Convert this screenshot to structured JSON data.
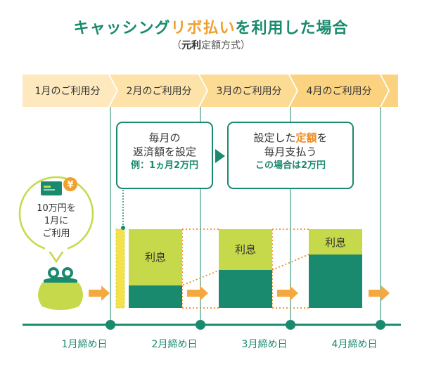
{
  "title": {
    "part1": "キャッシング",
    "part2": "リボ払い",
    "part3": "を利用した場合"
  },
  "subtitle": {
    "part1": "（",
    "part2": "元利",
    "part3": "定額方式）"
  },
  "bands": [
    "1月のご利用分",
    "2月のご利用分",
    "3月のご利用分",
    "4月のご利用分"
  ],
  "balloon": {
    "line1": "10万円を",
    "line2": "1月に",
    "line3": "ご利用",
    "yen": "¥"
  },
  "box1": {
    "line1": "毎月の",
    "line2": "返済額を設定",
    "example": "例：1ヵ月2万円"
  },
  "box2": {
    "line1a": "設定した",
    "line1b": "定額",
    "line1c": "を",
    "line2": "毎月支払う",
    "note": "この場合は2万円"
  },
  "interest_label": "利息",
  "closings": [
    "1月締め日",
    "2月締め日",
    "3月締め日",
    "4月締め日"
  ],
  "colors": {
    "green": "#1a8a6e",
    "light_green": "#c5d94a",
    "orange": "#f0a030",
    "band": "#fde7b8"
  }
}
